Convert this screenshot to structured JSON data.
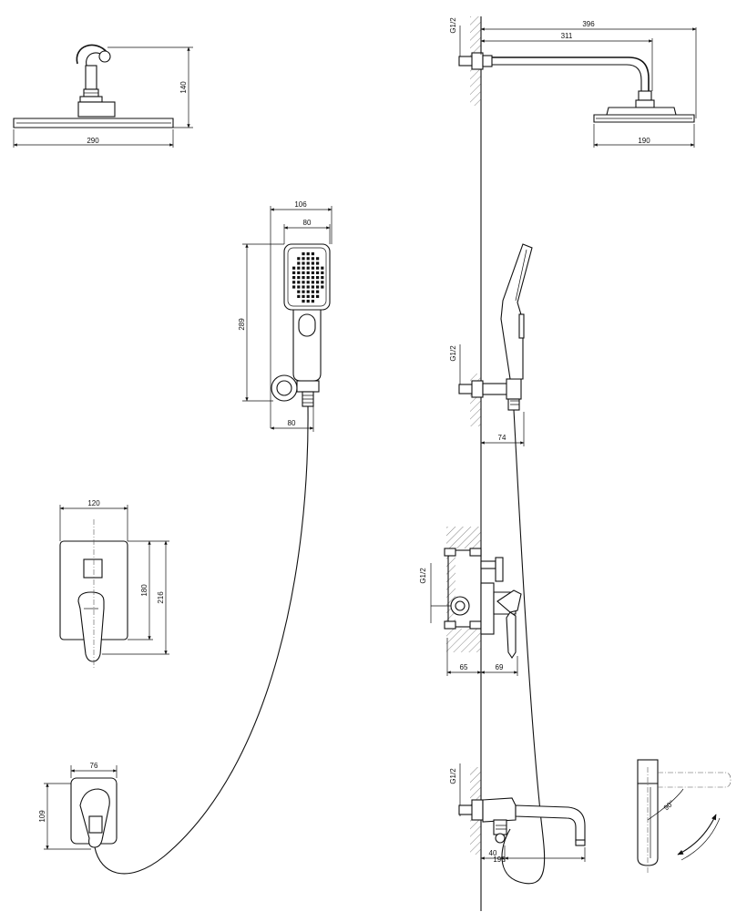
{
  "views": {
    "head_front": {
      "width": "290",
      "height": "140"
    },
    "handheld_front": {
      "overall_width": "106",
      "head_width": "80",
      "length": "289",
      "base": "80"
    },
    "mixer_front": {
      "width": "120",
      "inner_height": "180",
      "overall_height": "216"
    },
    "spout_front": {
      "width": "76",
      "height": "109"
    },
    "arm_side": {
      "thread": "G1/2",
      "total_reach": "396",
      "arm_length": "311",
      "head_width": "190"
    },
    "handheld_side": {
      "thread": "G1/2",
      "projection": "74"
    },
    "mixer_side": {
      "thread": "G1/2",
      "depth": "65",
      "handle": "69"
    },
    "spout_side": {
      "thread": "G1/2",
      "offset": "40",
      "reach": "195"
    },
    "swivel": {
      "angle": "90°"
    }
  }
}
